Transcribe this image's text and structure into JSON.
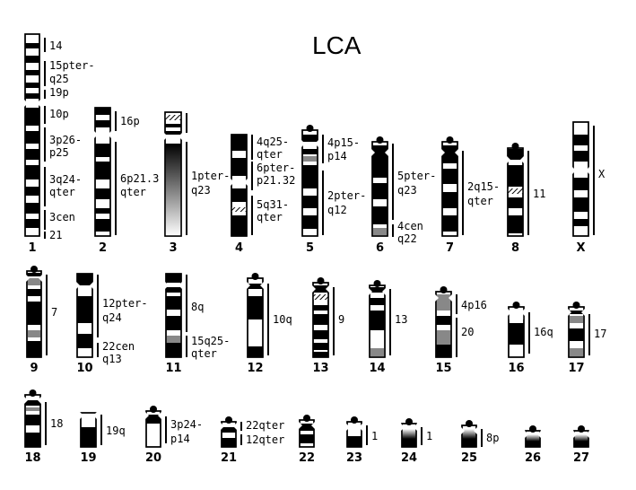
{
  "title": "LCA",
  "chromosomes": [
    {
      "id": "1",
      "annotations": [
        {
          "text": "14"
        },
        {
          "text": "15pter-"
        },
        {
          "text": "q25"
        },
        {
          "text": "19p"
        },
        {
          "text": "10p"
        },
        {
          "text": "3p26-"
        },
        {
          "text": "p25"
        },
        {
          "text": "3q24-"
        },
        {
          "text": "qter"
        },
        {
          "text": "3cen"
        },
        {
          "text": "21"
        }
      ]
    },
    {
      "id": "2",
      "annotations": [
        {
          "text": "16p"
        },
        {
          "text": "6p21.3"
        },
        {
          "text": "qter"
        }
      ]
    },
    {
      "id": "3",
      "annotations": [
        {
          "text": "1pter-"
        },
        {
          "text": "q23"
        }
      ]
    },
    {
      "id": "4",
      "annotations": [
        {
          "text": "4q25-"
        },
        {
          "text": "qter"
        },
        {
          "text": "6pter-"
        },
        {
          "text": "p21.32"
        },
        {
          "text": "5q31-"
        },
        {
          "text": "qter"
        }
      ]
    },
    {
      "id": "5",
      "annotations": [
        {
          "text": "4p15-"
        },
        {
          "text": "p14"
        },
        {
          "text": "2pter-"
        },
        {
          "text": "q12"
        }
      ]
    },
    {
      "id": "6",
      "annotations": [
        {
          "text": "5pter-"
        },
        {
          "text": "q23"
        },
        {
          "text": "4cen"
        },
        {
          "text": "q22"
        }
      ]
    },
    {
      "id": "7",
      "annotations": [
        {
          "text": "2q15-"
        },
        {
          "text": "qter"
        }
      ]
    },
    {
      "id": "8",
      "annotations": [
        {
          "text": "11"
        }
      ]
    },
    {
      "id": "X",
      "annotations": [
        {
          "text": "X"
        }
      ]
    },
    {
      "id": "9",
      "annotations": [
        {
          "text": "7"
        }
      ]
    },
    {
      "id": "10",
      "annotations": [
        {
          "text": "12pter-"
        },
        {
          "text": "q24"
        },
        {
          "text": "22cen"
        },
        {
          "text": "q13"
        }
      ]
    },
    {
      "id": "11",
      "annotations": [
        {
          "text": "8q"
        },
        {
          "text": "15q25-"
        },
        {
          "text": "qter"
        }
      ]
    },
    {
      "id": "12",
      "annotations": [
        {
          "text": "10q"
        }
      ]
    },
    {
      "id": "13",
      "annotations": [
        {
          "text": "9"
        }
      ]
    },
    {
      "id": "14",
      "annotations": [
        {
          "text": "13"
        }
      ]
    },
    {
      "id": "15",
      "annotations": [
        {
          "text": "4p16"
        },
        {
          "text": "20"
        }
      ]
    },
    {
      "id": "16",
      "annotations": [
        {
          "text": "16q"
        }
      ]
    },
    {
      "id": "17",
      "annotations": [
        {
          "text": "17"
        }
      ]
    },
    {
      "id": "18",
      "annotations": [
        {
          "text": "18"
        }
      ]
    },
    {
      "id": "19",
      "annotations": [
        {
          "text": "19q"
        }
      ]
    },
    {
      "id": "20",
      "annotations": [
        {
          "text": "3p24-"
        },
        {
          "text": "p14"
        }
      ]
    },
    {
      "id": "21",
      "annotations": [
        {
          "text": "22qter"
        },
        {
          "text": "12qter"
        }
      ]
    },
    {
      "id": "22",
      "annotations": []
    },
    {
      "id": "23",
      "annotations": [
        {
          "text": "1"
        }
      ]
    },
    {
      "id": "24",
      "annotations": [
        {
          "text": "1"
        }
      ]
    },
    {
      "id": "25",
      "annotations": [
        {
          "text": "8p"
        }
      ]
    },
    {
      "id": "26",
      "annotations": []
    },
    {
      "id": "27",
      "annotations": []
    }
  ]
}
